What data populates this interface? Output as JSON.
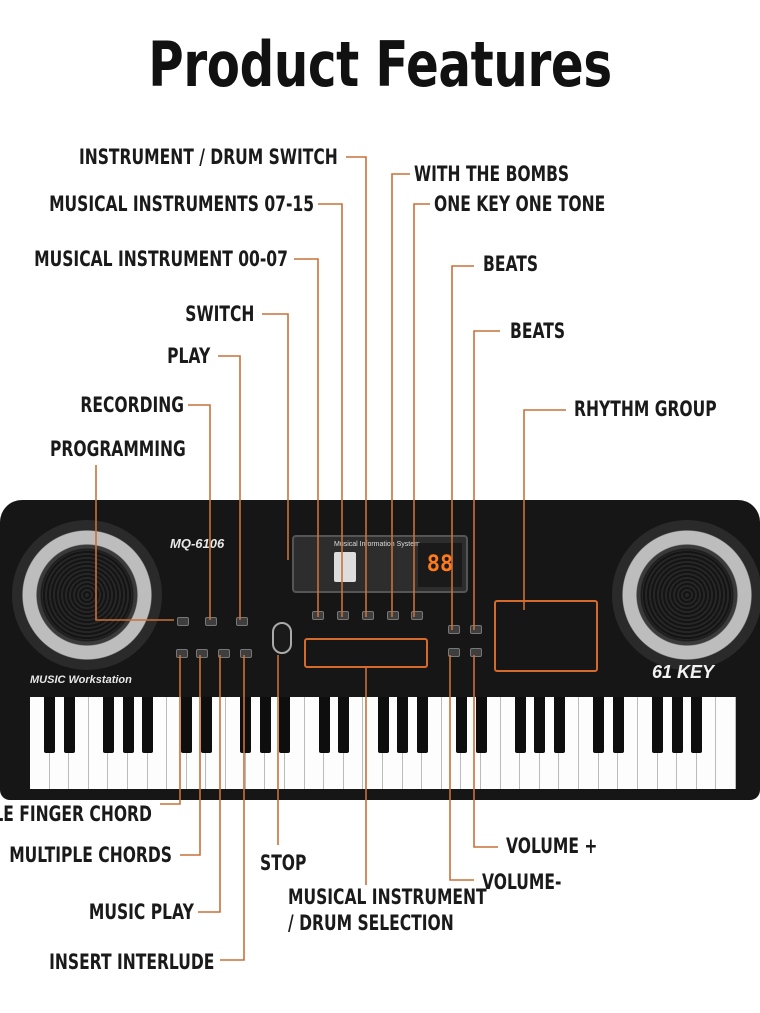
{
  "title": "Product Features",
  "callouts": {
    "instrument_drum_switch": "INSTRUMENT / DRUM SWITCH",
    "with_the_bombs": "WITH THE BOMBS",
    "musical_instruments_07_15": "MUSICAL INSTRUMENTS 07-15",
    "one_key_one_tone": "ONE KEY ONE TONE",
    "musical_instrument_00_07": "MUSICAL INSTRUMENT 00-07",
    "beats_1": "BEATS",
    "switch": "SWITCH",
    "beats_2": "BEATS",
    "play": "PLAY",
    "rhythm_group": "RHYTHM GROUP",
    "recording": "RECORDING",
    "programming": "PROGRAMMING",
    "single_finger_chord": "INGLE FINGER CHORD",
    "multiple_chords": "MULTIPLE CHORDS",
    "stop": "STOP",
    "musical_instrument_drum_selection_line1": "MUSICAL INSTRUMENT",
    "musical_instrument_drum_selection_line2": "/ DRUM SELECTION",
    "volume_plus": "VOLUME +",
    "volume_minus": "VOLUME-",
    "music_play": "MUSIC PLAY",
    "insert_interlude": "INSERT INTERLUDE"
  },
  "keyboard": {
    "model": "MQ-6106",
    "series_label": "MUSIC Workstation",
    "key_badge": "61 KEY",
    "lcd_title": "Musical Information System",
    "lcd_display": "88"
  },
  "colors": {
    "leader_line": "#c9703a",
    "highlight_box": "#d56a2a",
    "keyboard_body": "#161616",
    "lcd_digits": "#ff7a1a"
  }
}
